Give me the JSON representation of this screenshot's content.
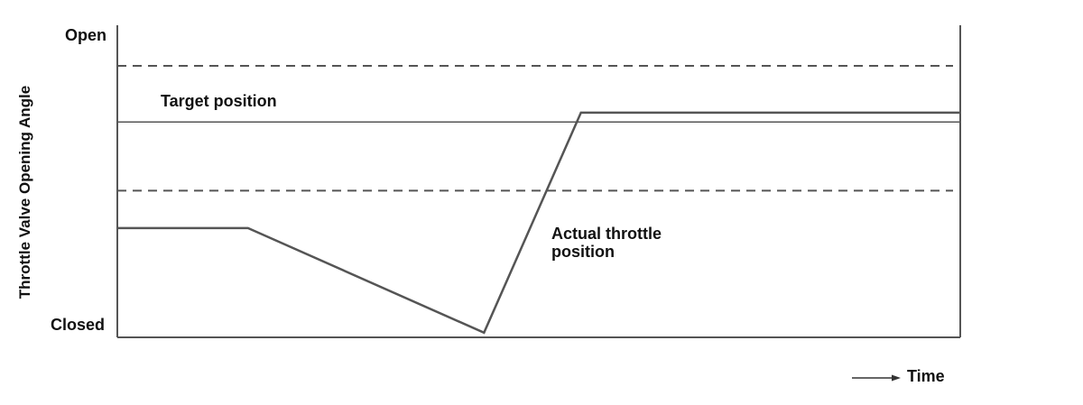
{
  "chart_data": {
    "type": "line",
    "title": "",
    "xlabel": "Time",
    "ylabel": "Throttle Valve Opening Angle",
    "y_tick_labels": {
      "top": "Open",
      "bottom": "Closed"
    },
    "xlim": [
      0,
      100
    ],
    "ylim": [
      0,
      100
    ],
    "grid": false,
    "legend": "none",
    "reference_lines": [
      {
        "style": "dashed",
        "y": 87
      },
      {
        "style": "dashed",
        "y": 47
      }
    ],
    "series": [
      {
        "name": "Target position",
        "style": "solid-thin",
        "x": [
          0,
          100
        ],
        "y": [
          69,
          69
        ]
      },
      {
        "name": "Actual throttle position",
        "style": "solid",
        "x": [
          0,
          15.5,
          43.5,
          55,
          100
        ],
        "y": [
          35,
          35,
          1.5,
          72,
          72
        ]
      }
    ],
    "colors": {
      "axis": "#555555",
      "line": "#555555",
      "text": "#111111"
    }
  }
}
